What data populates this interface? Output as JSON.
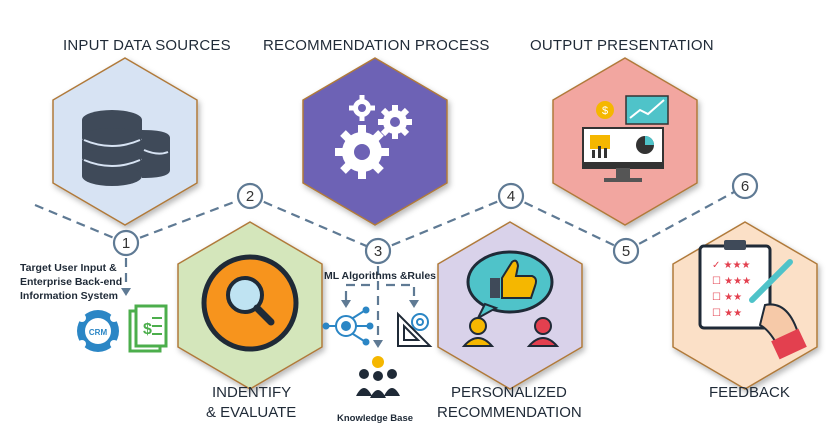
{
  "titles": {
    "input": "INPUT DATA SOURCES",
    "process": "RECOMMENDATION PROCESS",
    "output": "OUTPUT PRESENTATION"
  },
  "bottom_labels": {
    "identify_line1": "INDENTIFY",
    "identify_line2": "& EVALUATE",
    "personalized_line1": "PERSONALIZED",
    "personalized_line2": "RECOMMENDATION",
    "feedback": "FEEDBACK"
  },
  "steps": [
    "1",
    "2",
    "3",
    "4",
    "5",
    "6"
  ],
  "target_input": {
    "line1": "Target User Input &",
    "line2": "Enterprise Back-end",
    "line3": "Information System"
  },
  "crm_label": "CRM",
  "ml_label": "ML Algorithms &Rules",
  "knowledge_base": "Knowledge Base",
  "colors": {
    "hex_blue": "#d7e3f3",
    "hex_purple": "#6d62b5",
    "hex_red": "#f2a6a0",
    "hex_green": "#d4e6bb",
    "hex_lavender": "#d9d2ea",
    "hex_peach": "#fbe0c7",
    "hex_border": "#b07a3a",
    "dash": "#5f7a94"
  }
}
